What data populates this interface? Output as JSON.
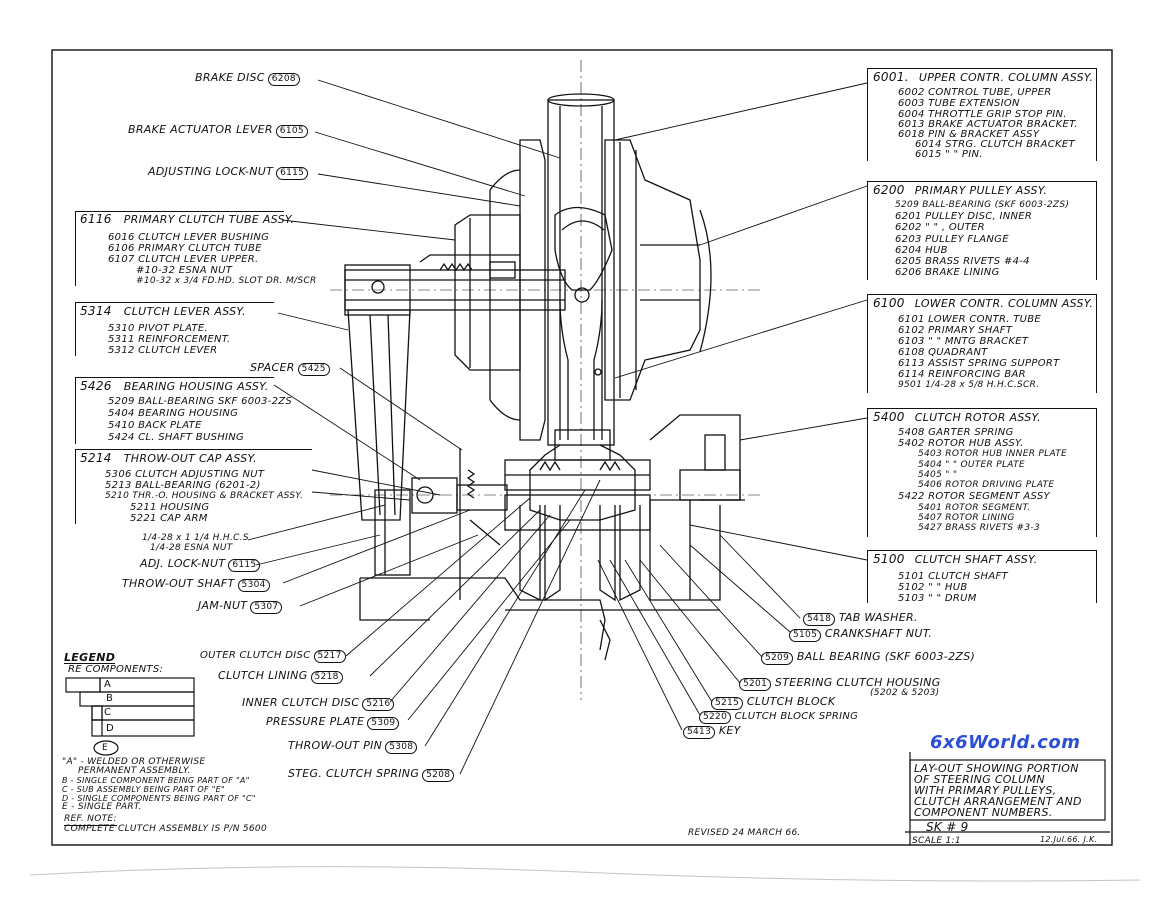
{
  "callouts_left": {
    "brake_disc": {
      "label": "BRAKE DISC",
      "num": "6208"
    },
    "brake_actuator_lever": {
      "label": "BRAKE ACTUATOR LEVER",
      "num": "6105"
    },
    "adjusting_lock_nut": {
      "label": "ADJUSTING LOCK-NUT",
      "num": "6115"
    },
    "spacer": {
      "label": "SPACER",
      "num": "5425"
    },
    "bolt_nut": {
      "line1": "1/4-28 x 1 1/4 H.H.C.S.",
      "line2": "1/4-28 ESNA NUT"
    },
    "adj_lock_nut": {
      "label": "ADJ. LOCK-NUT",
      "num": "6115"
    },
    "throw_out_shaft": {
      "label": "THROW-OUT SHAFT",
      "num": "5304"
    },
    "jam_nut": {
      "label": "JAM-NUT",
      "num": "5307"
    }
  },
  "box_6116": {
    "head_num": "6116",
    "head": "PRIMARY CLUTCH TUBE ASSY.",
    "rows": [
      "6016 CLUTCH LEVER BUSHING",
      "6106 PRIMARY CLUTCH TUBE",
      "6107 CLUTCH LEVER UPPER.",
      "#10-32 ESNA NUT",
      "#10-32 x 3/4 FD.HD. SLOT DR. M/SCR"
    ]
  },
  "box_5314": {
    "head_num": "5314",
    "head": "CLUTCH LEVER ASSY.",
    "rows": [
      "5310 PIVOT PLATE.",
      "5311 REINFORCEMENT.",
      "5312 CLUTCH LEVER"
    ]
  },
  "box_5426": {
    "head_num": "5426",
    "head": "BEARING HOUSING ASSY.",
    "rows": [
      "5209 BALL-BEARING SKF 6003-2ZS",
      "5404 BEARING HOUSING",
      "5410 BACK PLATE",
      "5424 CL. SHAFT BUSHING"
    ]
  },
  "box_5214": {
    "head_num": "5214",
    "head": "THROW-OUT CAP ASSY.",
    "rows": [
      "5306 CLUTCH ADJUSTING NUT",
      "5213 BALL-BEARING (6201-2)",
      "5210 THR.-O. HOUSING & BRACKET ASSY.",
      "5211 HOUSING",
      "5221 CAP ARM"
    ]
  },
  "box_6001": {
    "head_num": "6001.",
    "head": "UPPER CONTR. COLUMN ASSY.",
    "rows": [
      "6002 CONTROL TUBE, UPPER",
      "6003 TUBE EXTENSION",
      "6004 THROTTLE GRIP STOP PIN.",
      "6013 BRAKE ACTUATOR BRACKET.",
      "6018 PIN & BRACKET ASSY",
      "6014 STRG. CLUTCH BRACKET",
      "6015 \"  \" PIN."
    ]
  },
  "box_6200": {
    "head_num": "6200",
    "head": "PRIMARY PULLEY ASSY.",
    "rows": [
      "5209 BALL-BEARING (SKF 6003-2ZS)",
      "6201 PULLEY DISC, INNER",
      "6202 \" \" , OUTER",
      "6203 PULLEY FLANGE",
      "6204 HUB",
      "6205 BRASS RIVETS #4-4",
      "6206 BRAKE LINING"
    ]
  },
  "box_6100": {
    "head_num": "6100",
    "head": "LOWER CONTR. COLUMN ASSY.",
    "rows": [
      "6101 LOWER CONTR. TUBE",
      "6102 PRIMARY SHAFT",
      "6103 \" \" MNTG BRACKET",
      "6108 QUADRANT",
      "6113 ASSIST SPRING SUPPORT",
      "6114 REINFORCING BAR",
      "9501 1/4-28 x 5/8 H.H.C.SCR."
    ]
  },
  "box_5400": {
    "head_num": "5400",
    "head": "CLUTCH ROTOR ASSY.",
    "rows": [
      "5408 GARTER SPRING",
      "5402 ROTOR HUB ASSY.",
      "5403 ROTOR HUB INNER PLATE",
      "5404 \" \" OUTER PLATE",
      "5405 \" \"",
      "5406 ROTOR DRIVING PLATE",
      "5422 ROTOR SEGMENT ASSY",
      "5401 ROTOR SEGMENT.",
      "5407 ROTOR LINING",
      "5427 BRASS RIVETS #3-3"
    ]
  },
  "box_5100": {
    "head_num": "5100",
    "head": "CLUTCH SHAFT ASSY.",
    "rows": [
      "5101 CLUTCH SHAFT",
      "5102 \" \" HUB",
      "5103 \" \" DRUM"
    ]
  },
  "callouts_bottom": {
    "tab_washer": {
      "num": "5418",
      "label": "TAB WASHER."
    },
    "crankshaft_nut": {
      "num": "5105",
      "label": "CRANKSHAFT NUT."
    },
    "ball_bearing": {
      "num": "5209",
      "label": "BALL BEARING (SKF 6003-2ZS)"
    },
    "steering_clutch_housing": {
      "num": "5201",
      "label": "STEERING CLUTCH HOUSING",
      "sub": "(5202 & 5203)"
    },
    "clutch_block": {
      "num": "5215",
      "label": "CLUTCH BLOCK"
    },
    "clutch_block_spring": {
      "num": "5220",
      "label": "CLUTCH BLOCK SPRING"
    },
    "key": {
      "num": "5413",
      "label": "KEY"
    },
    "outer_clutch_disc": {
      "label": "OUTER CLUTCH DISC",
      "num": "5217"
    },
    "clutch_lining": {
      "label": "CLUTCH LINING",
      "num": "5218"
    },
    "inner_clutch_disc": {
      "label": "INNER CLUTCH DISC",
      "num": "5216"
    },
    "pressure_plate": {
      "label": "PRESSURE PLATE",
      "num": "5309"
    },
    "throw_out_pin": {
      "label": "THROW-OUT PIN",
      "num": "5308"
    },
    "steg_clutch_spring": {
      "label": "STEG. CLUTCH SPRING",
      "num": "5208"
    }
  },
  "legend": {
    "title": "LEGEND",
    "subtitle": "RE COMPONENTS:",
    "letters": [
      "A",
      "B",
      "C",
      "D"
    ],
    "e_letter": "E",
    "notes": [
      "\"A\" - WELDED OR OTHERWISE",
      "PERMANENT ASSEMBLY.",
      "B - SINGLE COMPONENT BEING PART OF \"A\"",
      "C - SUB ASSEMBLY BEING PART OF \"E\"",
      "D - SINGLE COMPONENTS BEING PART OF \"C\"",
      "E - SINGLE PART."
    ],
    "ref_note": "REF. NOTE:",
    "ref_text": "COMPLETE CLUTCH ASSEMBLY IS P/N 5600"
  },
  "title_block": {
    "lines": [
      "LAY-OUT SHOWING PORTION",
      "OF STEERING COLUMN",
      "WITH PRIMARY PULLEYS,",
      "CLUTCH ARRANGEMENT AND",
      "COMPONENT NUMBERS."
    ],
    "sheet": "SK # 9",
    "scale": "SCALE 1:1",
    "date": "12.Jul.66. J.K."
  },
  "revised": "REVISED 24 MARCH 66.",
  "watermark": "6x6World.com"
}
